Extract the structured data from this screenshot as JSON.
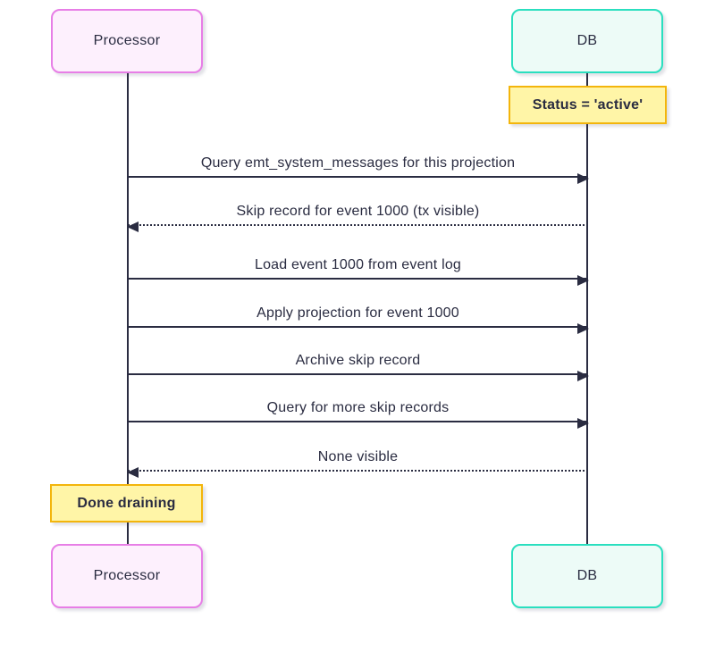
{
  "diagram": {
    "type": "sequence",
    "background": "#ffffff",
    "colors": {
      "line_and_text": "#2a2c41",
      "actor_processor_border": "#e77ee6",
      "actor_processor_fill": "#fdf0fd",
      "actor_db_border": "#2adfbf",
      "actor_db_fill": "#edfbf7",
      "note_border": "#f3b50c",
      "note_fill": "#fff5a7"
    },
    "actors": [
      {
        "id": "processor",
        "label": "Processor"
      },
      {
        "id": "db",
        "label": "DB"
      }
    ],
    "notes": [
      {
        "text": "Status = 'active'",
        "over": "db",
        "position": "top"
      },
      {
        "text": "Done draining",
        "over": "processor",
        "position": "bottom"
      }
    ],
    "messages": [
      {
        "text": "Query emt_system_messages for this projection",
        "from": "processor",
        "to": "db",
        "style": "solid"
      },
      {
        "text": "Skip record for event 1000 (tx visible)",
        "from": "db",
        "to": "processor",
        "style": "dotted"
      },
      {
        "text": "Load event 1000 from event log",
        "from": "processor",
        "to": "db",
        "style": "solid"
      },
      {
        "text": "Apply projection for event 1000",
        "from": "processor",
        "to": "db",
        "style": "solid"
      },
      {
        "text": "Archive skip record",
        "from": "processor",
        "to": "db",
        "style": "solid"
      },
      {
        "text": "Query for more skip records",
        "from": "processor",
        "to": "db",
        "style": "solid"
      },
      {
        "text": "None visible",
        "from": "db",
        "to": "processor",
        "style": "dotted"
      }
    ]
  }
}
